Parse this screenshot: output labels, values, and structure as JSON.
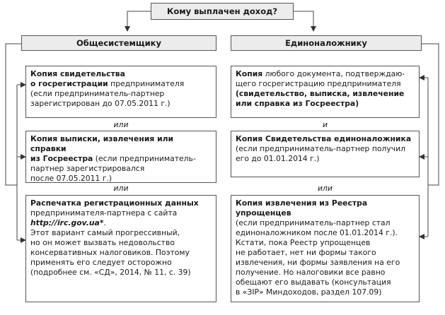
{
  "title": "Кому выплачен доход?",
  "left": {
    "header": "Общесистемщику",
    "box1": {
      "bold1": "Копия свидетельства",
      "bold2": "о госрегистрации",
      "rest1": " предпринимателя",
      "line3": "(если предприниматель-партнер",
      "line4": "зарегистрирован до 07.05.2011 г.)"
    },
    "sep1": "или",
    "box2": {
      "bold1": "Копия выписки, извлечения или справки",
      "bold2": "из Госреестра",
      "rest2": " (если предприниматель-",
      "line3": "партнер зарегистрировался",
      "line4": "после 07.05.2011 г.)"
    },
    "sep2": "или",
    "box3": {
      "bold1": "Распечатка регистрационных данных",
      "line2": "предпринимателя-партнера с сайта",
      "link": "http://irc.gov.ua*",
      "dot": ".",
      "line4": "Этот вариант самый прогрессивный,",
      "line5": "но он может вызвать недовольство",
      "line6": "консервативных налоговиков. Поэтому",
      "line7": "применять его следует осторожно",
      "line8": "(подробнее см. «СД», 2014, № 11, с. 39)"
    }
  },
  "right": {
    "header": "Единоналожнику",
    "box1": {
      "bold1": "Копия",
      "rest1": " любого документа, подтверждаю-",
      "line2": "щего госрегистрацию предпринимателя",
      "bold3": "(свидетельство, выписка, извлечение",
      "bold4": "или справка из Госреестра)"
    },
    "sep1": "и",
    "box2": {
      "bold1": "Копия Свидетельства единоналожника",
      "line2": "(если предприниматель-партнер получил",
      "line3": "его до 01.01.2014 г.)"
    },
    "sep2": "или",
    "box3": {
      "bold1": "Копия извлечения из Реестра упрощенцев",
      "line2": "(если предприниматель-партнер стал",
      "line3": "единоналожником после 01.01.2014 г.).",
      "line4": "Кстати, пока Реестр упрощенцев",
      "line5": "не работает, нет ни формы такого",
      "line6": "извлечения, ни формы заявления на его",
      "line7": "получение. Но налоговики все равно",
      "line8": "обещают его выдавать (консультация",
      "line9": "в «ЗІР» Миндоходов, раздел 107.09)"
    }
  }
}
